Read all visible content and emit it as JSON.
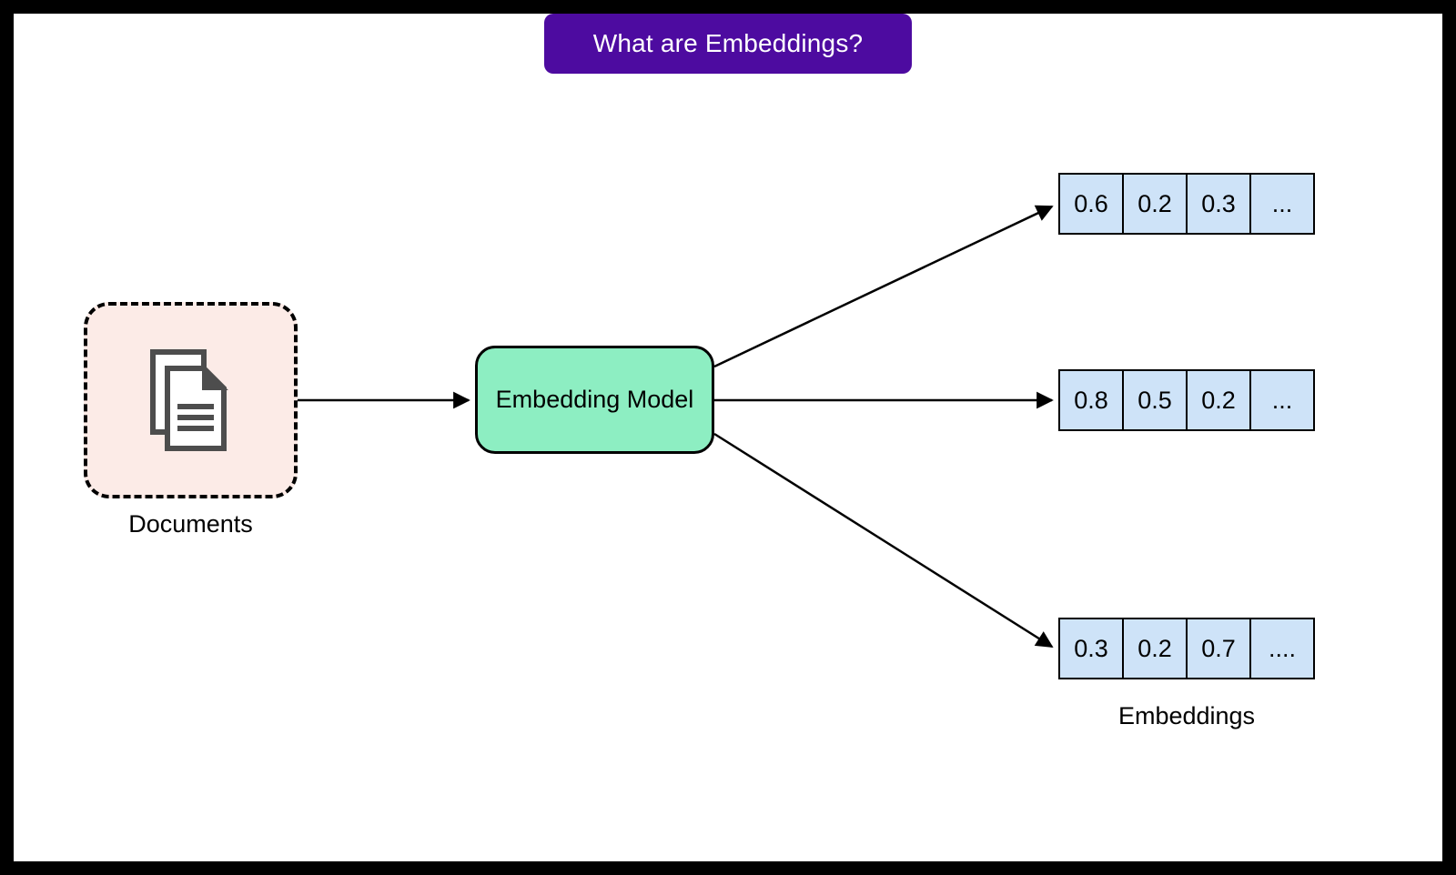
{
  "title": "What are Embeddings?",
  "nodes": {
    "documents": {
      "label": "Documents"
    },
    "model": {
      "label": "Embedding Model"
    }
  },
  "embeddings_group_label": "Embeddings",
  "vectors": [
    {
      "cells": [
        "0.6",
        "0.2",
        "0.3",
        "..."
      ]
    },
    {
      "cells": [
        "0.8",
        "0.5",
        "0.2",
        "..."
      ]
    },
    {
      "cells": [
        "0.3",
        "0.2",
        "0.7",
        "...."
      ]
    }
  ],
  "colors": {
    "frame_bg": "#000000",
    "canvas_bg": "#ffffff",
    "title_bg": "#4d0ba0",
    "title_fg": "#ffffff",
    "documents_bg": "#fcebe7",
    "model_bg": "#8deec2",
    "cell_bg": "#cee3f8",
    "line_color": "#000000",
    "icon_stroke": "#4d4d4d"
  }
}
